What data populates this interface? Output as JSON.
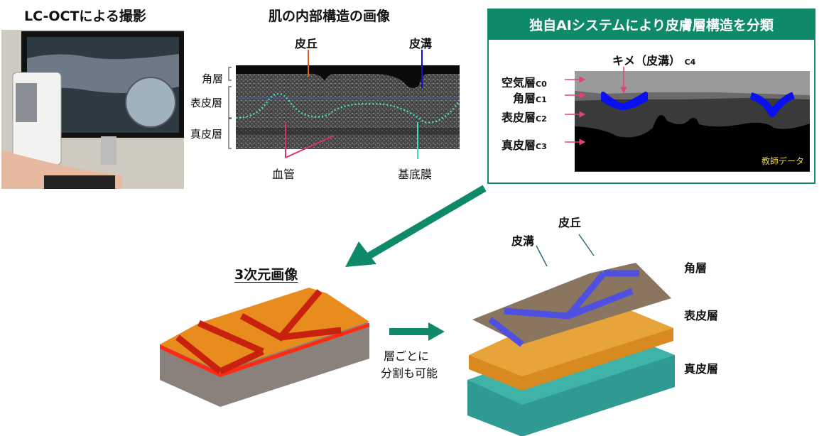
{
  "panel_capture": {
    "title": "LC-OCTによる撮影",
    "photo": "lc-oct-device-photo"
  },
  "panel_structure": {
    "title": "肌の内部構造の画像",
    "labels": {
      "hikyu": "皮丘",
      "hikou": "皮溝",
      "kakusou": "角層",
      "hyohisou": "表皮層",
      "shinpisou": "真皮層",
      "kekkan": "血管",
      "kiteimaku": "基底膜"
    },
    "colors": {
      "hikyu": "#e0601a",
      "hikou": "#1010d0",
      "kekkan": "#d8326e",
      "kiteimaku": "#40e0c0"
    }
  },
  "panel_ai": {
    "title": "独自AIシステムにより皮膚層構造を分類",
    "kime_label": "キメ（皮溝）",
    "kime_sub": "C4",
    "layers": [
      {
        "name": "空気層",
        "sub": "C0",
        "color": "#9a9a9a"
      },
      {
        "name": "角層",
        "sub": "C1",
        "color": "#6a6a6a"
      },
      {
        "name": "表皮層",
        "sub": "C2",
        "color": "#3a3a3a"
      },
      {
        "name": "真皮層",
        "sub": "C3",
        "color": "#000000"
      }
    ],
    "kime_color": "#0a10f0",
    "teacher_data_label": "教師データ",
    "accent": "#0e8a68"
  },
  "panel_3d": {
    "title": "3次元画像",
    "arrow_caption_line1": "層ごとに",
    "arrow_caption_line2": "分割も可能"
  },
  "panel_layers": {
    "hikou": "皮溝",
    "hikyu": "皮丘",
    "layer1": "角層",
    "layer2": "表皮層",
    "layer3": "真皮層"
  }
}
